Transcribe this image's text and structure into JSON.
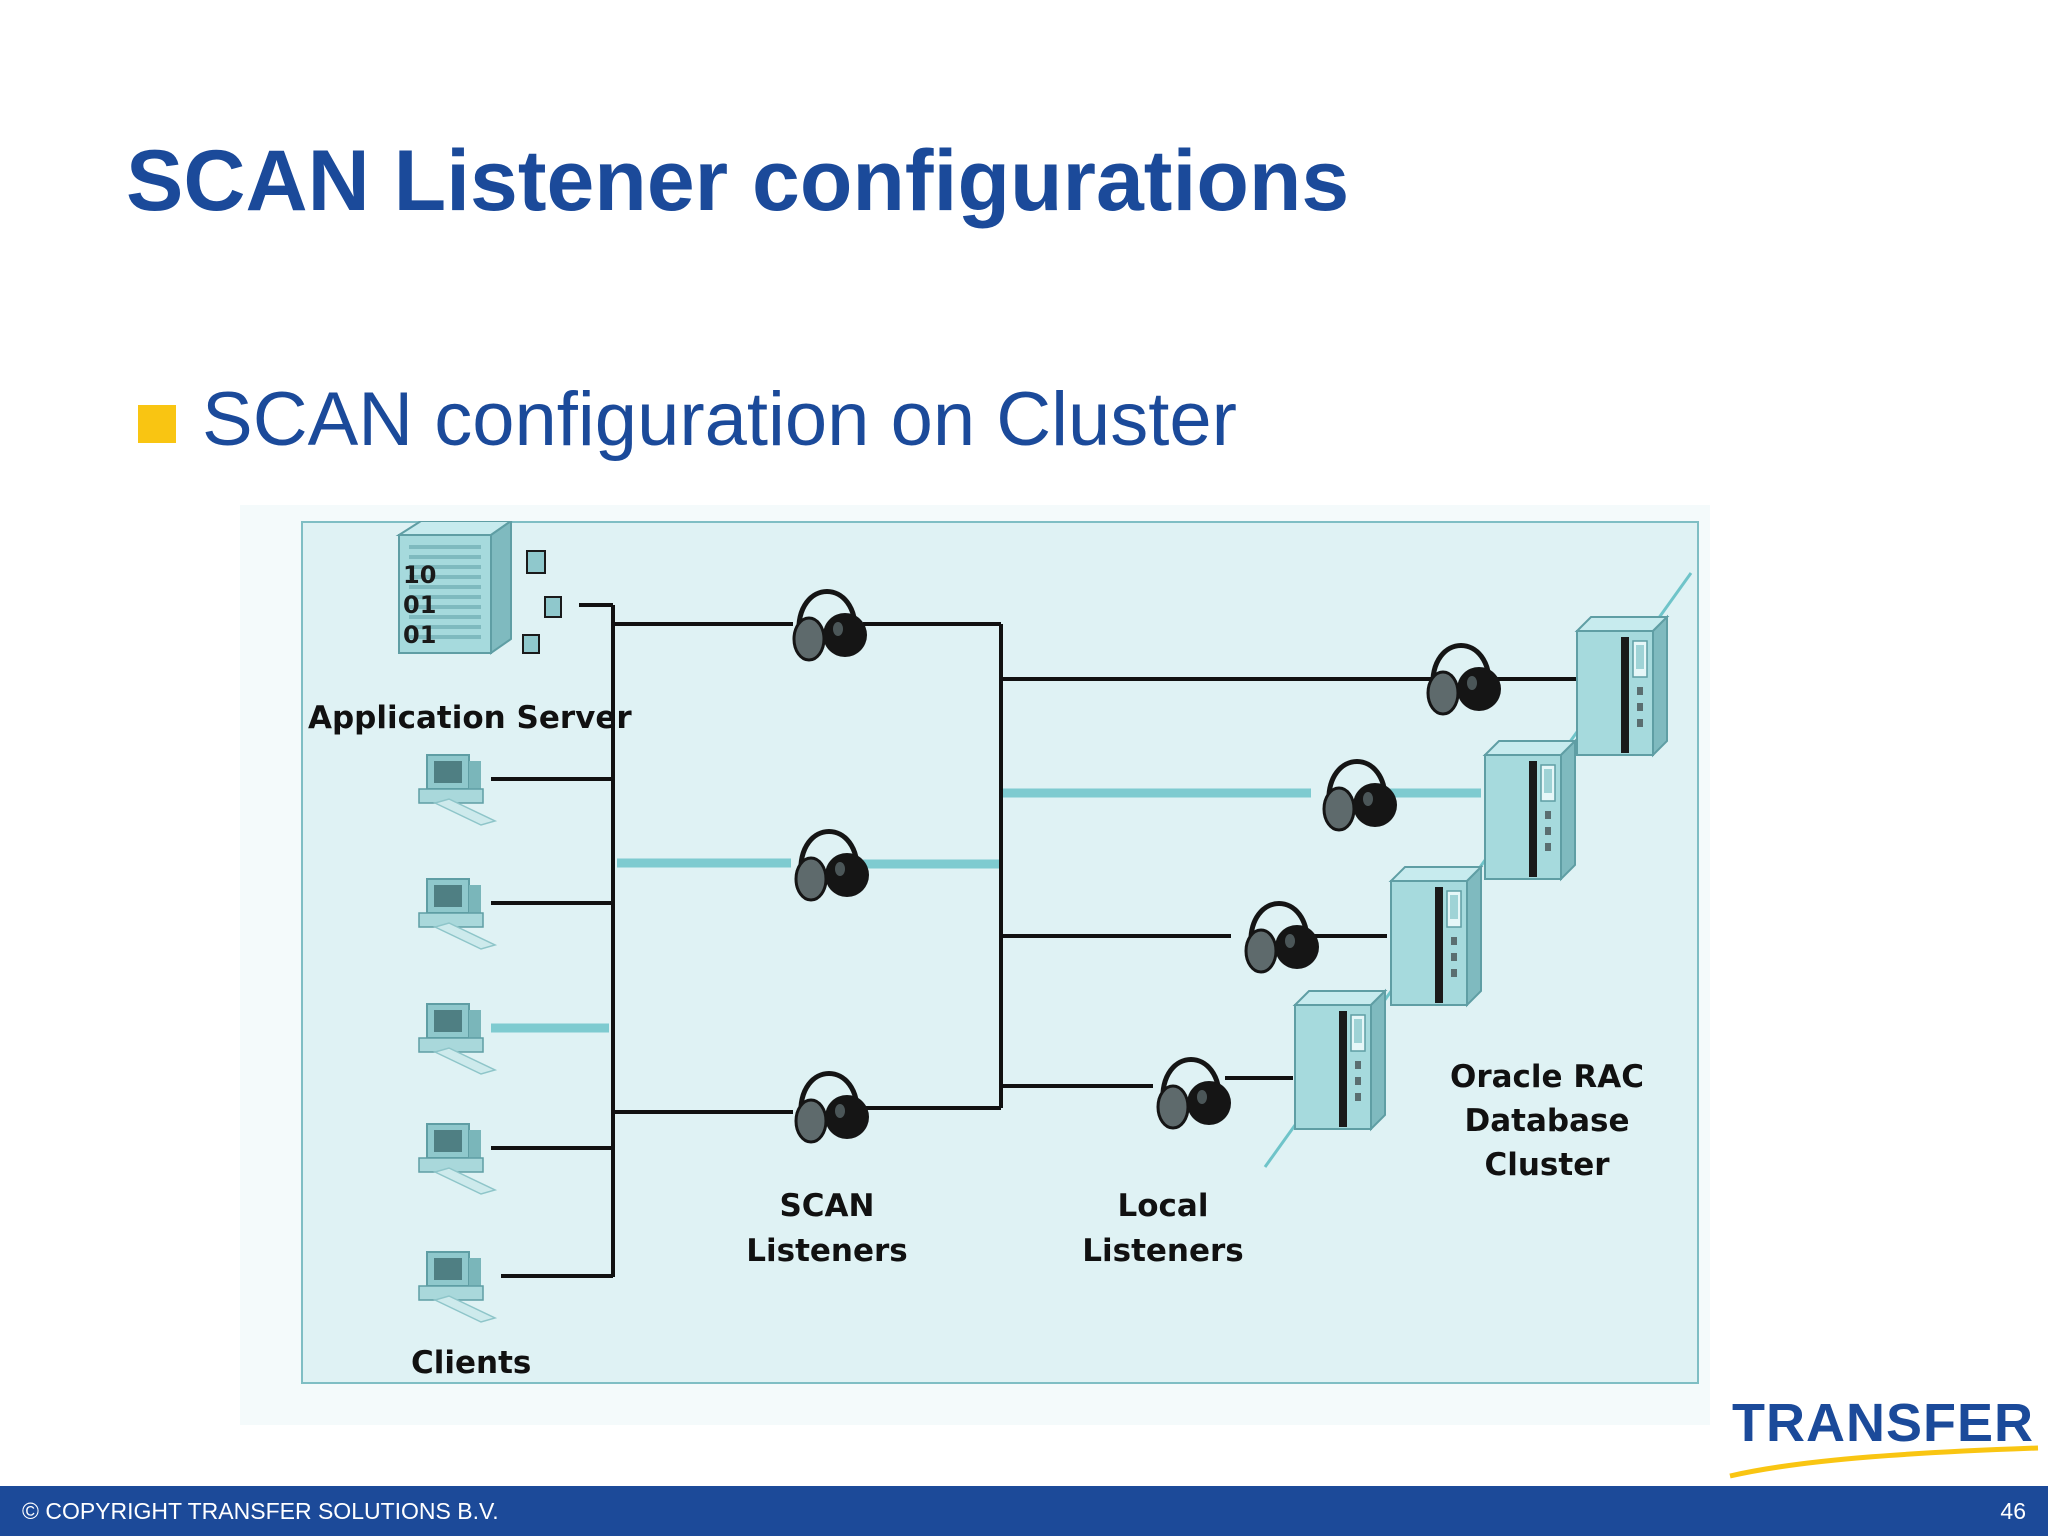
{
  "slide": {
    "title": "SCAN Listener configurations",
    "bullets": [
      "SCAN configuration on Cluster"
    ]
  },
  "diagram": {
    "labels": {
      "app_server": "Application Server",
      "clients": "Clients",
      "scan_line1": "SCAN",
      "scan_line2": "Listeners",
      "local_line1": "Local",
      "local_line2": "Listeners",
      "rac_line1": "Oracle RAC",
      "rac_line2": "Database",
      "rac_line3": "Cluster"
    },
    "server_bits": [
      "10",
      "01",
      "01"
    ]
  },
  "logo": {
    "text": "TRANSFER"
  },
  "footer": {
    "copyright": "© COPYRIGHT TRANSFER SOLUTIONS B.V.",
    "page_number": "46"
  },
  "colors": {
    "title": "#1b4a9a",
    "bullet": "#f9c512",
    "footer_bg": "#1c4a99",
    "diagram_bg": "#dff2f4",
    "diagram_border": "#7fbec4",
    "equipment": "#96d0d4"
  }
}
